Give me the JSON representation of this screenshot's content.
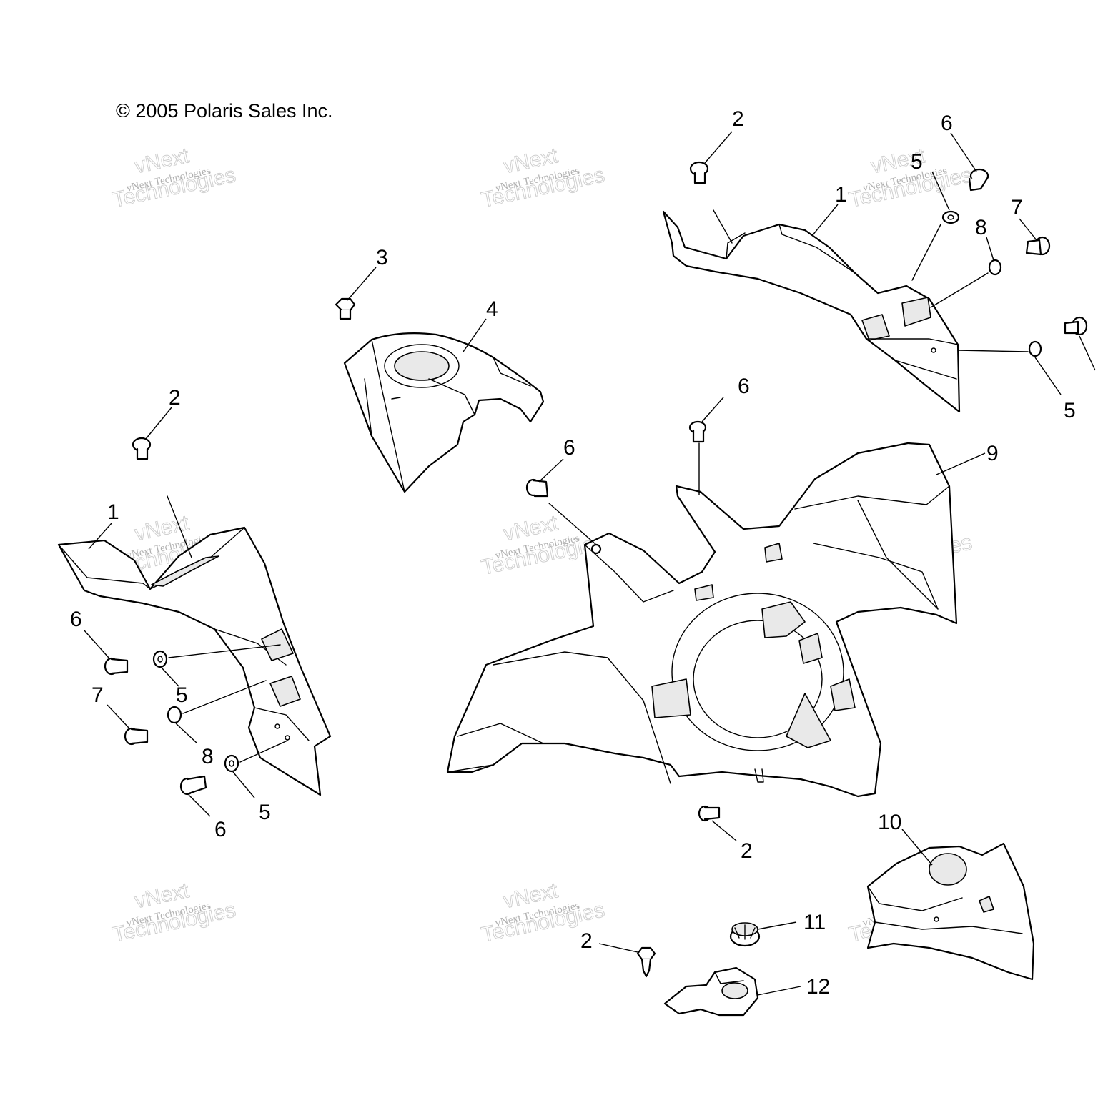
{
  "copyright": "© 2005 Polaris Sales Inc.",
  "watermark": {
    "small": "vNext Technologies",
    "large": "Technologies",
    "top": "vNext"
  },
  "callouts": [
    {
      "id": "c-2a",
      "label": "2"
    },
    {
      "id": "c-6a",
      "label": "6"
    },
    {
      "id": "c-5a",
      "label": "5"
    },
    {
      "id": "c-1a",
      "label": "1"
    },
    {
      "id": "c-7a",
      "label": "7"
    },
    {
      "id": "c-8a",
      "label": "8"
    },
    {
      "id": "c-5b",
      "label": "5"
    },
    {
      "id": "c-3",
      "label": "3"
    },
    {
      "id": "c-4",
      "label": "4"
    },
    {
      "id": "c-2b",
      "label": "2"
    },
    {
      "id": "c-1b",
      "label": "1"
    },
    {
      "id": "c-6b",
      "label": "6"
    },
    {
      "id": "c-5c",
      "label": "5"
    },
    {
      "id": "c-7b",
      "label": "7"
    },
    {
      "id": "c-8b",
      "label": "8"
    },
    {
      "id": "c-5d",
      "label": "5"
    },
    {
      "id": "c-6c",
      "label": "6"
    },
    {
      "id": "c-6d",
      "label": "6"
    },
    {
      "id": "c-9",
      "label": "9"
    },
    {
      "id": "c-2c",
      "label": "2"
    },
    {
      "id": "c-10",
      "label": "10"
    },
    {
      "id": "c-11",
      "label": "11"
    },
    {
      "id": "c-2d",
      "label": "2"
    },
    {
      "id": "c-12",
      "label": "12"
    }
  ]
}
